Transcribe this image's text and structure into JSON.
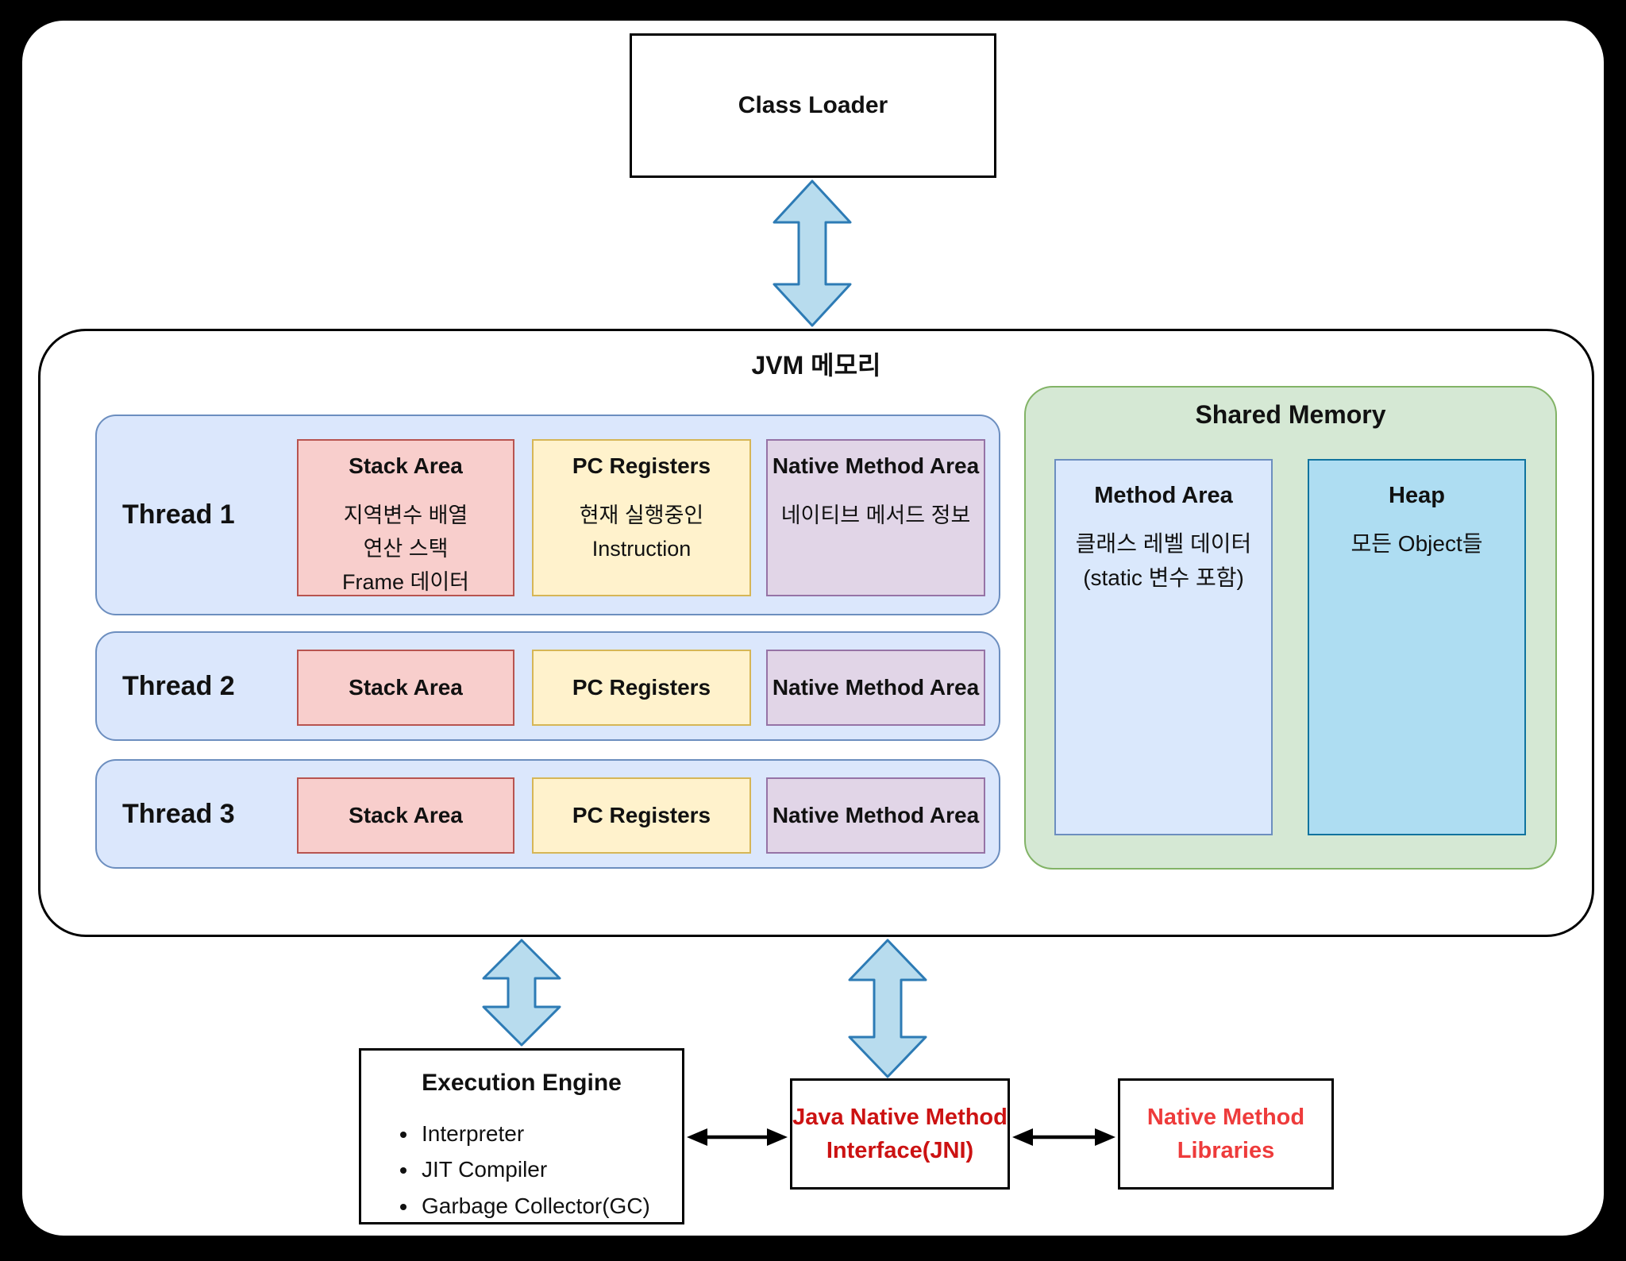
{
  "class_loader": {
    "title": "Class Loader"
  },
  "jvm": {
    "title": "JVM 메모리",
    "threads": [
      {
        "label": "Thread 1",
        "stack": {
          "title": "Stack Area",
          "lines": [
            "지역변수 배열",
            "연산 스택",
            "Frame 데이터"
          ]
        },
        "pc": {
          "title": "PC Registers",
          "lines": [
            "현재 실행중인",
            "Instruction"
          ]
        },
        "native": {
          "title": "Native Method Area",
          "lines": [
            "네이티브 메서드 정보"
          ]
        }
      },
      {
        "label": "Thread 2",
        "stack": {
          "title": "Stack Area"
        },
        "pc": {
          "title": "PC Registers"
        },
        "native": {
          "title": "Native Method Area"
        }
      },
      {
        "label": "Thread 3",
        "stack": {
          "title": "Stack Area"
        },
        "pc": {
          "title": "PC Registers"
        },
        "native": {
          "title": "Native Method Area"
        }
      }
    ],
    "shared_memory": {
      "title": "Shared Memory",
      "method_area": {
        "title": "Method Area",
        "lines": [
          "클래스 레벨 데이터",
          "(static 변수 포함)"
        ]
      },
      "heap": {
        "title": "Heap",
        "lines": [
          "모든 Object들"
        ]
      }
    }
  },
  "execution_engine": {
    "title": "Execution Engine",
    "items": [
      "Interpreter",
      "JIT Compiler",
      "Garbage Collector(GC)"
    ]
  },
  "jni": {
    "line1": "Java Native Method",
    "line2": "Interface(JNI)"
  },
  "native_method_libraries": {
    "line1": "Native Method",
    "line2": "Libraries"
  },
  "colors": {
    "thread_row_fill": "#dbe7fc",
    "thread_row_stroke": "#6c8ebf",
    "stack_fill": "#f8cecc",
    "stack_stroke": "#b85450",
    "pc_fill": "#fff2cc",
    "pc_stroke": "#d6b656",
    "native_fill": "#e1d5e7",
    "native_stroke": "#9673a6",
    "shared_fill": "#d5e8d4",
    "shared_stroke": "#82b366",
    "method_area_fill": "#dae8fc",
    "method_area_stroke": "#6c8ebf",
    "heap_fill": "#aeddf2",
    "heap_stroke": "#10739e",
    "blue_arrow_fill": "#b8dcee",
    "blue_arrow_stroke": "#2d7bb5",
    "jni_text": "#cc1212",
    "native_lib_text": "#ee3b3b"
  }
}
